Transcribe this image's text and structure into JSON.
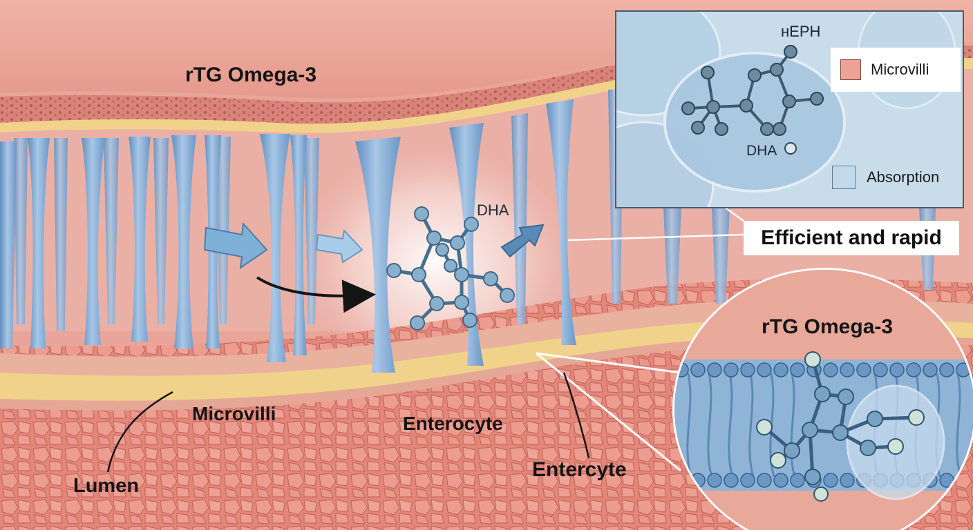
{
  "title": "rTG Omega-3",
  "labels": {
    "microvilli": "Microvilli",
    "enterocyte": "Enterocyte",
    "entercyte": "Entercyte",
    "lumen": "Lumen",
    "dha": "DHA"
  },
  "caption": "Efficient and rapid",
  "inset": {
    "top_label": "нЕРН",
    "dha_label": "DHA",
    "legend": [
      {
        "label": "Microvilli",
        "color": "#eea195"
      },
      {
        "label": "Absorption",
        "color": "#c3d9ea"
      }
    ]
  },
  "zoom": {
    "title": "rTG Omega-3"
  },
  "colors": {
    "tissue": "#e9a59a",
    "membrane": "#f2d48a",
    "villus": "#7fa8d3",
    "molecule": "#6f98b8",
    "arrow": "#6e9cc4"
  }
}
